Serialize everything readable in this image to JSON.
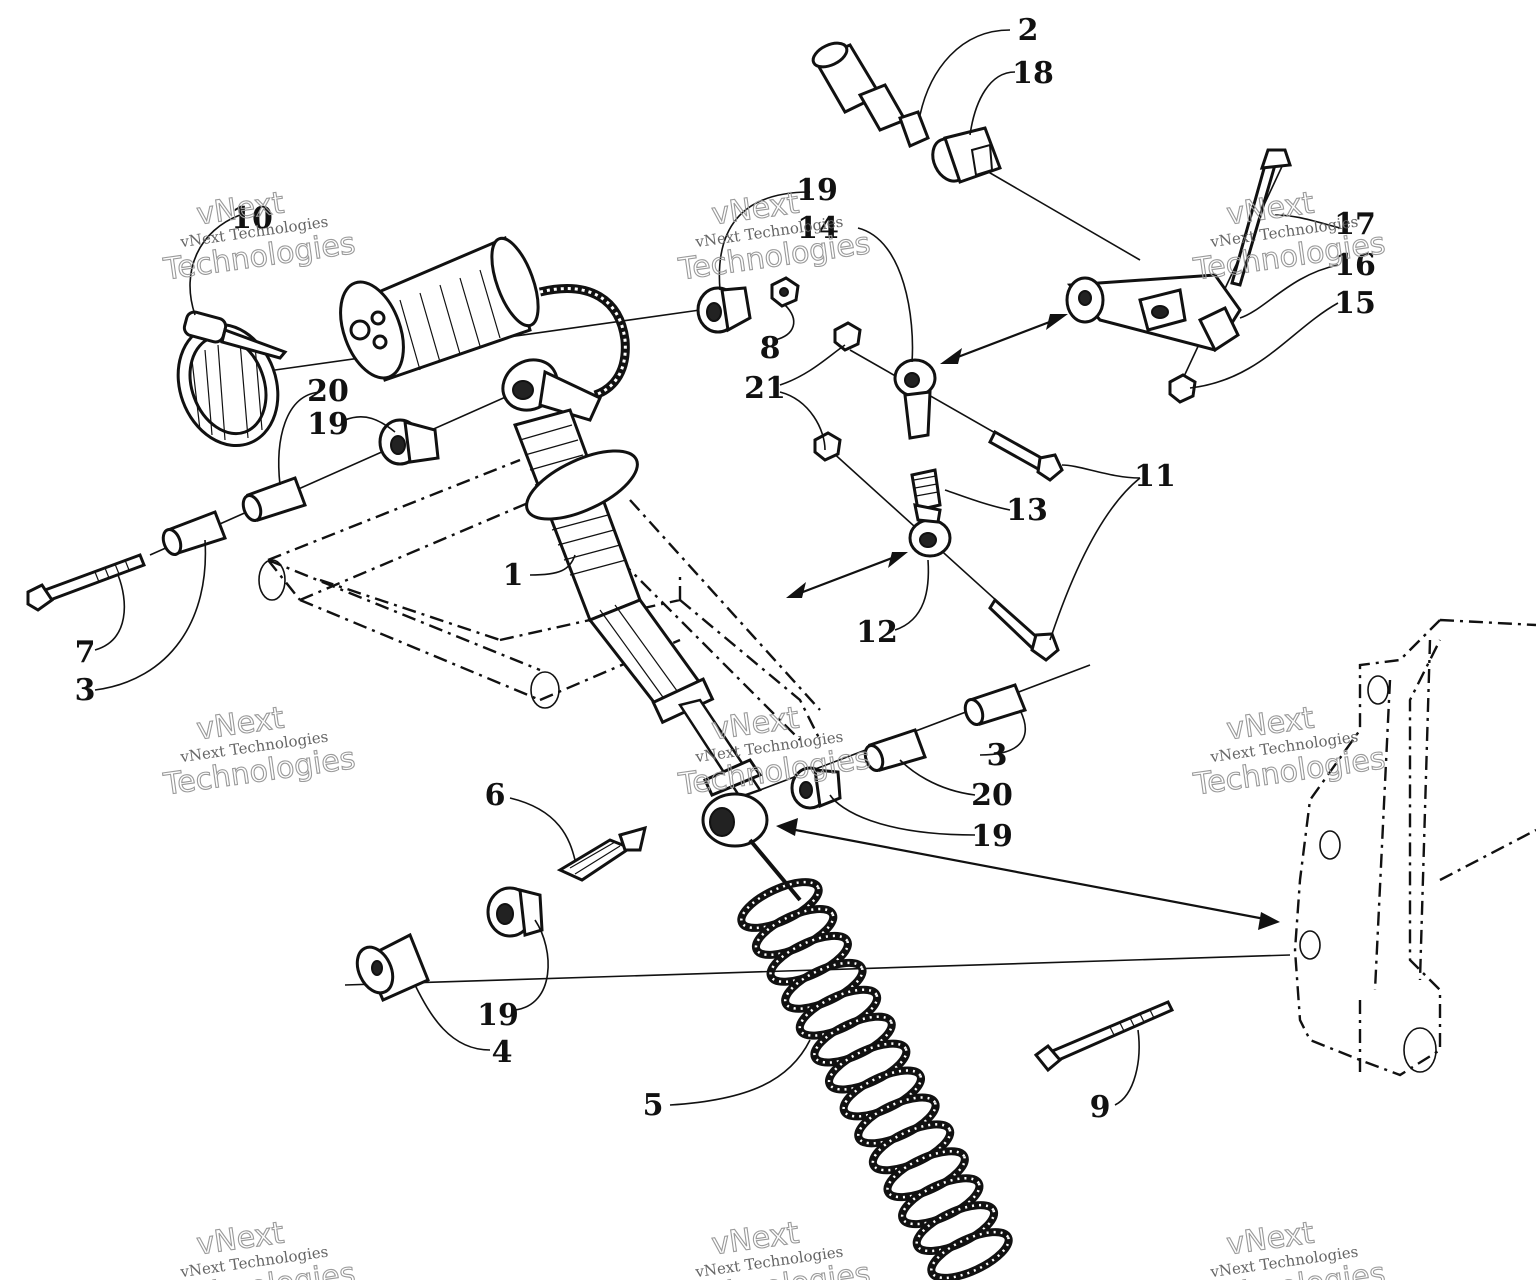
{
  "callouts": {
    "c1": "1",
    "c2": "2",
    "c3a": "3",
    "c3b": "3",
    "c4": "4",
    "c5": "5",
    "c6": "6",
    "c7": "7",
    "c8": "8",
    "c9": "9",
    "c10": "10",
    "c11": "11",
    "c12": "12",
    "c13": "13",
    "c14": "14",
    "c15": "15",
    "c16": "16",
    "c17": "17",
    "c18": "18",
    "c19a": "19",
    "c19b": "19",
    "c19c": "19",
    "c19d": "19",
    "c20a": "20",
    "c20b": "20",
    "c21": "21"
  },
  "watermarks": {
    "brand_small": "vNext Technologies",
    "brand_top": "vNext",
    "brand_bottom": "Technologies"
  }
}
